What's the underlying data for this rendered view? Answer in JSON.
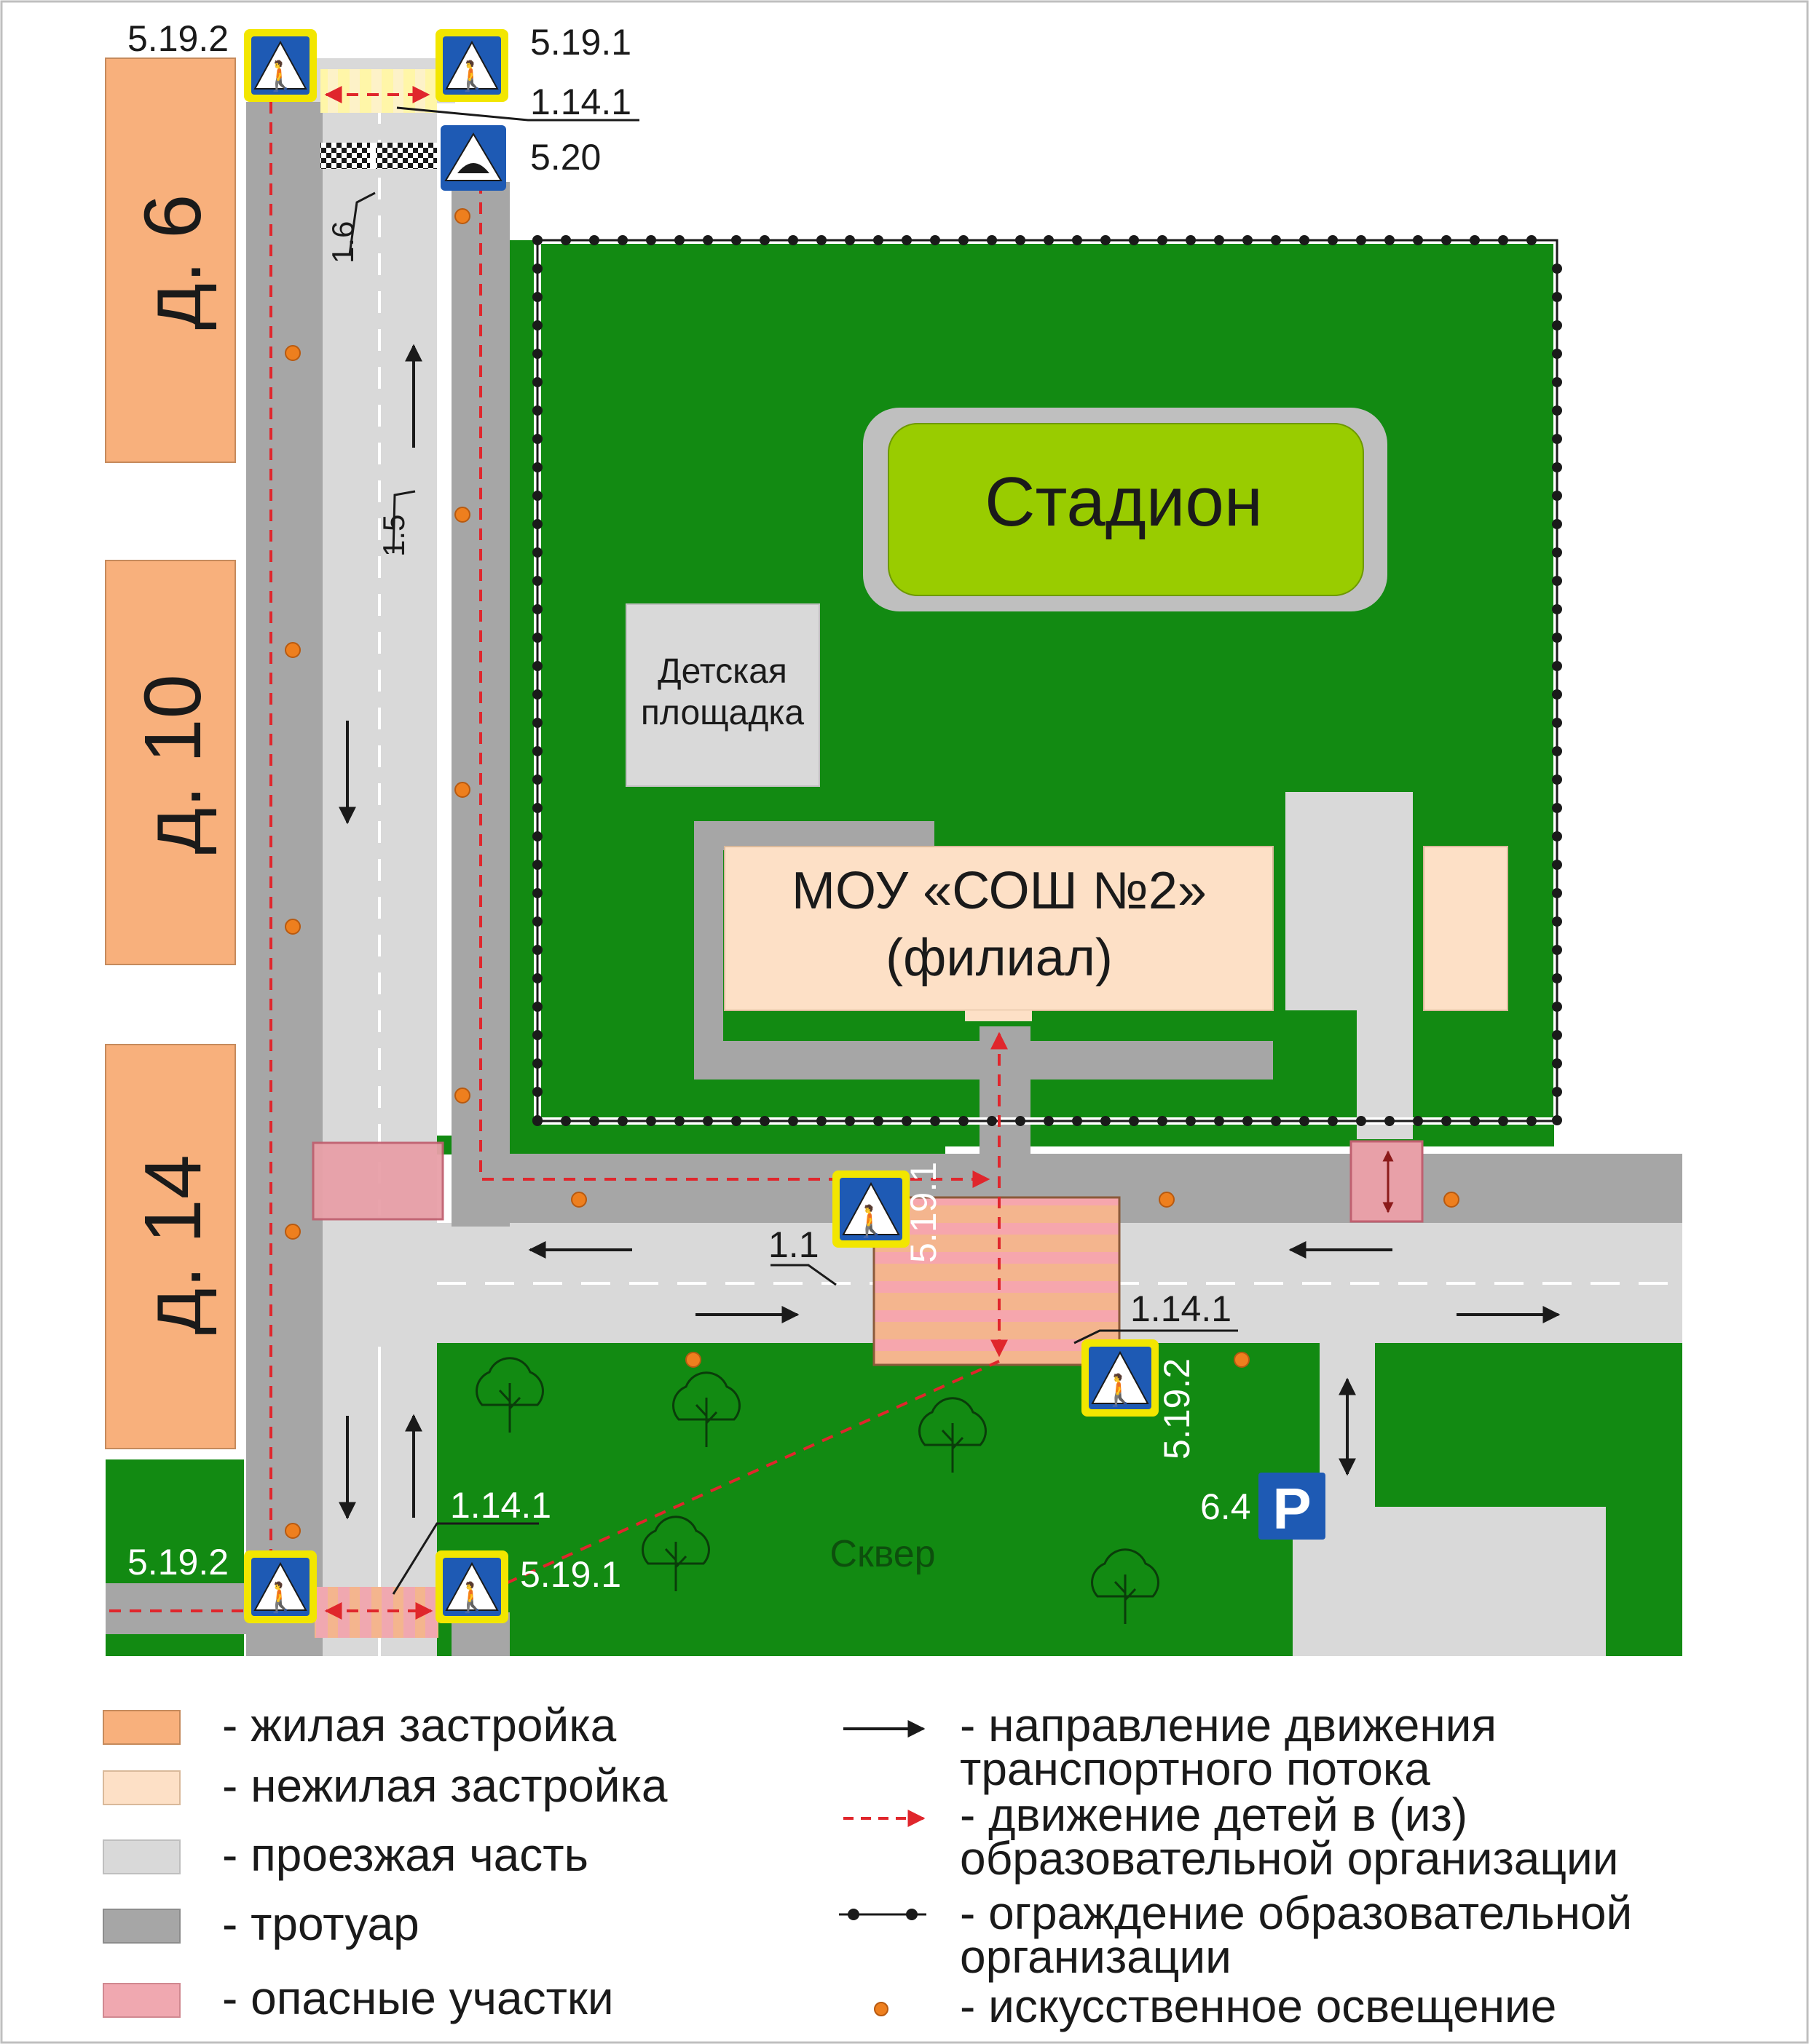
{
  "colors": {
    "residential": "#f8b07c",
    "nonresidential": "#fde0c6",
    "roadway": "#d9d9d9",
    "sidewalk": "#a6a6a6",
    "danger": "#f0a8b0",
    "grass": "#128a12",
    "stadium": "#99cc00",
    "sign_blue": "#1e5ab4",
    "sign_yellow": "#f2e600",
    "lamp": "#ee7f1e",
    "child_route": "#e0262c"
  },
  "houses": {
    "h6": "д. 6",
    "h10": "д. 10",
    "h14": "д. 14"
  },
  "places": {
    "stadium": "Стадион",
    "playground_line1": "Детская",
    "playground_line2": "площадка",
    "school_line1": "МОУ «СОШ №2»",
    "school_line2": "(филиал)",
    "square": "Сквер"
  },
  "signs": {
    "top_left": "5.19.2",
    "top_right": "5.19.1",
    "top_marking": "1.14.1",
    "top_bump": "5.20",
    "road_marking_16": "1.6",
    "road_marking_15": "1.5",
    "school_crossing": "5.19.1",
    "marking_11": "1.1",
    "school_marking": "1.14.1",
    "school_crossing_2": "5.19.2",
    "parking_code": "6.4",
    "parking_letter": "P",
    "bottom_left": "5.19.2",
    "bottom_marking": "1.14.1",
    "bottom_right": "5.19.1"
  },
  "legend": {
    "residential": "- жилая застройка",
    "nonresidential": "- нежилая застройка",
    "roadway": "- проезжая часть",
    "sidewalk": "- тротуар",
    "danger": "- опасные участки",
    "traffic_line1": "- направление движения",
    "traffic_line2": "транспортного потока",
    "children_line1": "- движение детей в (из)",
    "children_line2": "образовательной организации",
    "fence_line1": "- ограждение образовательной",
    "fence_line2": "организации",
    "lighting": "- искусственное освещение"
  }
}
